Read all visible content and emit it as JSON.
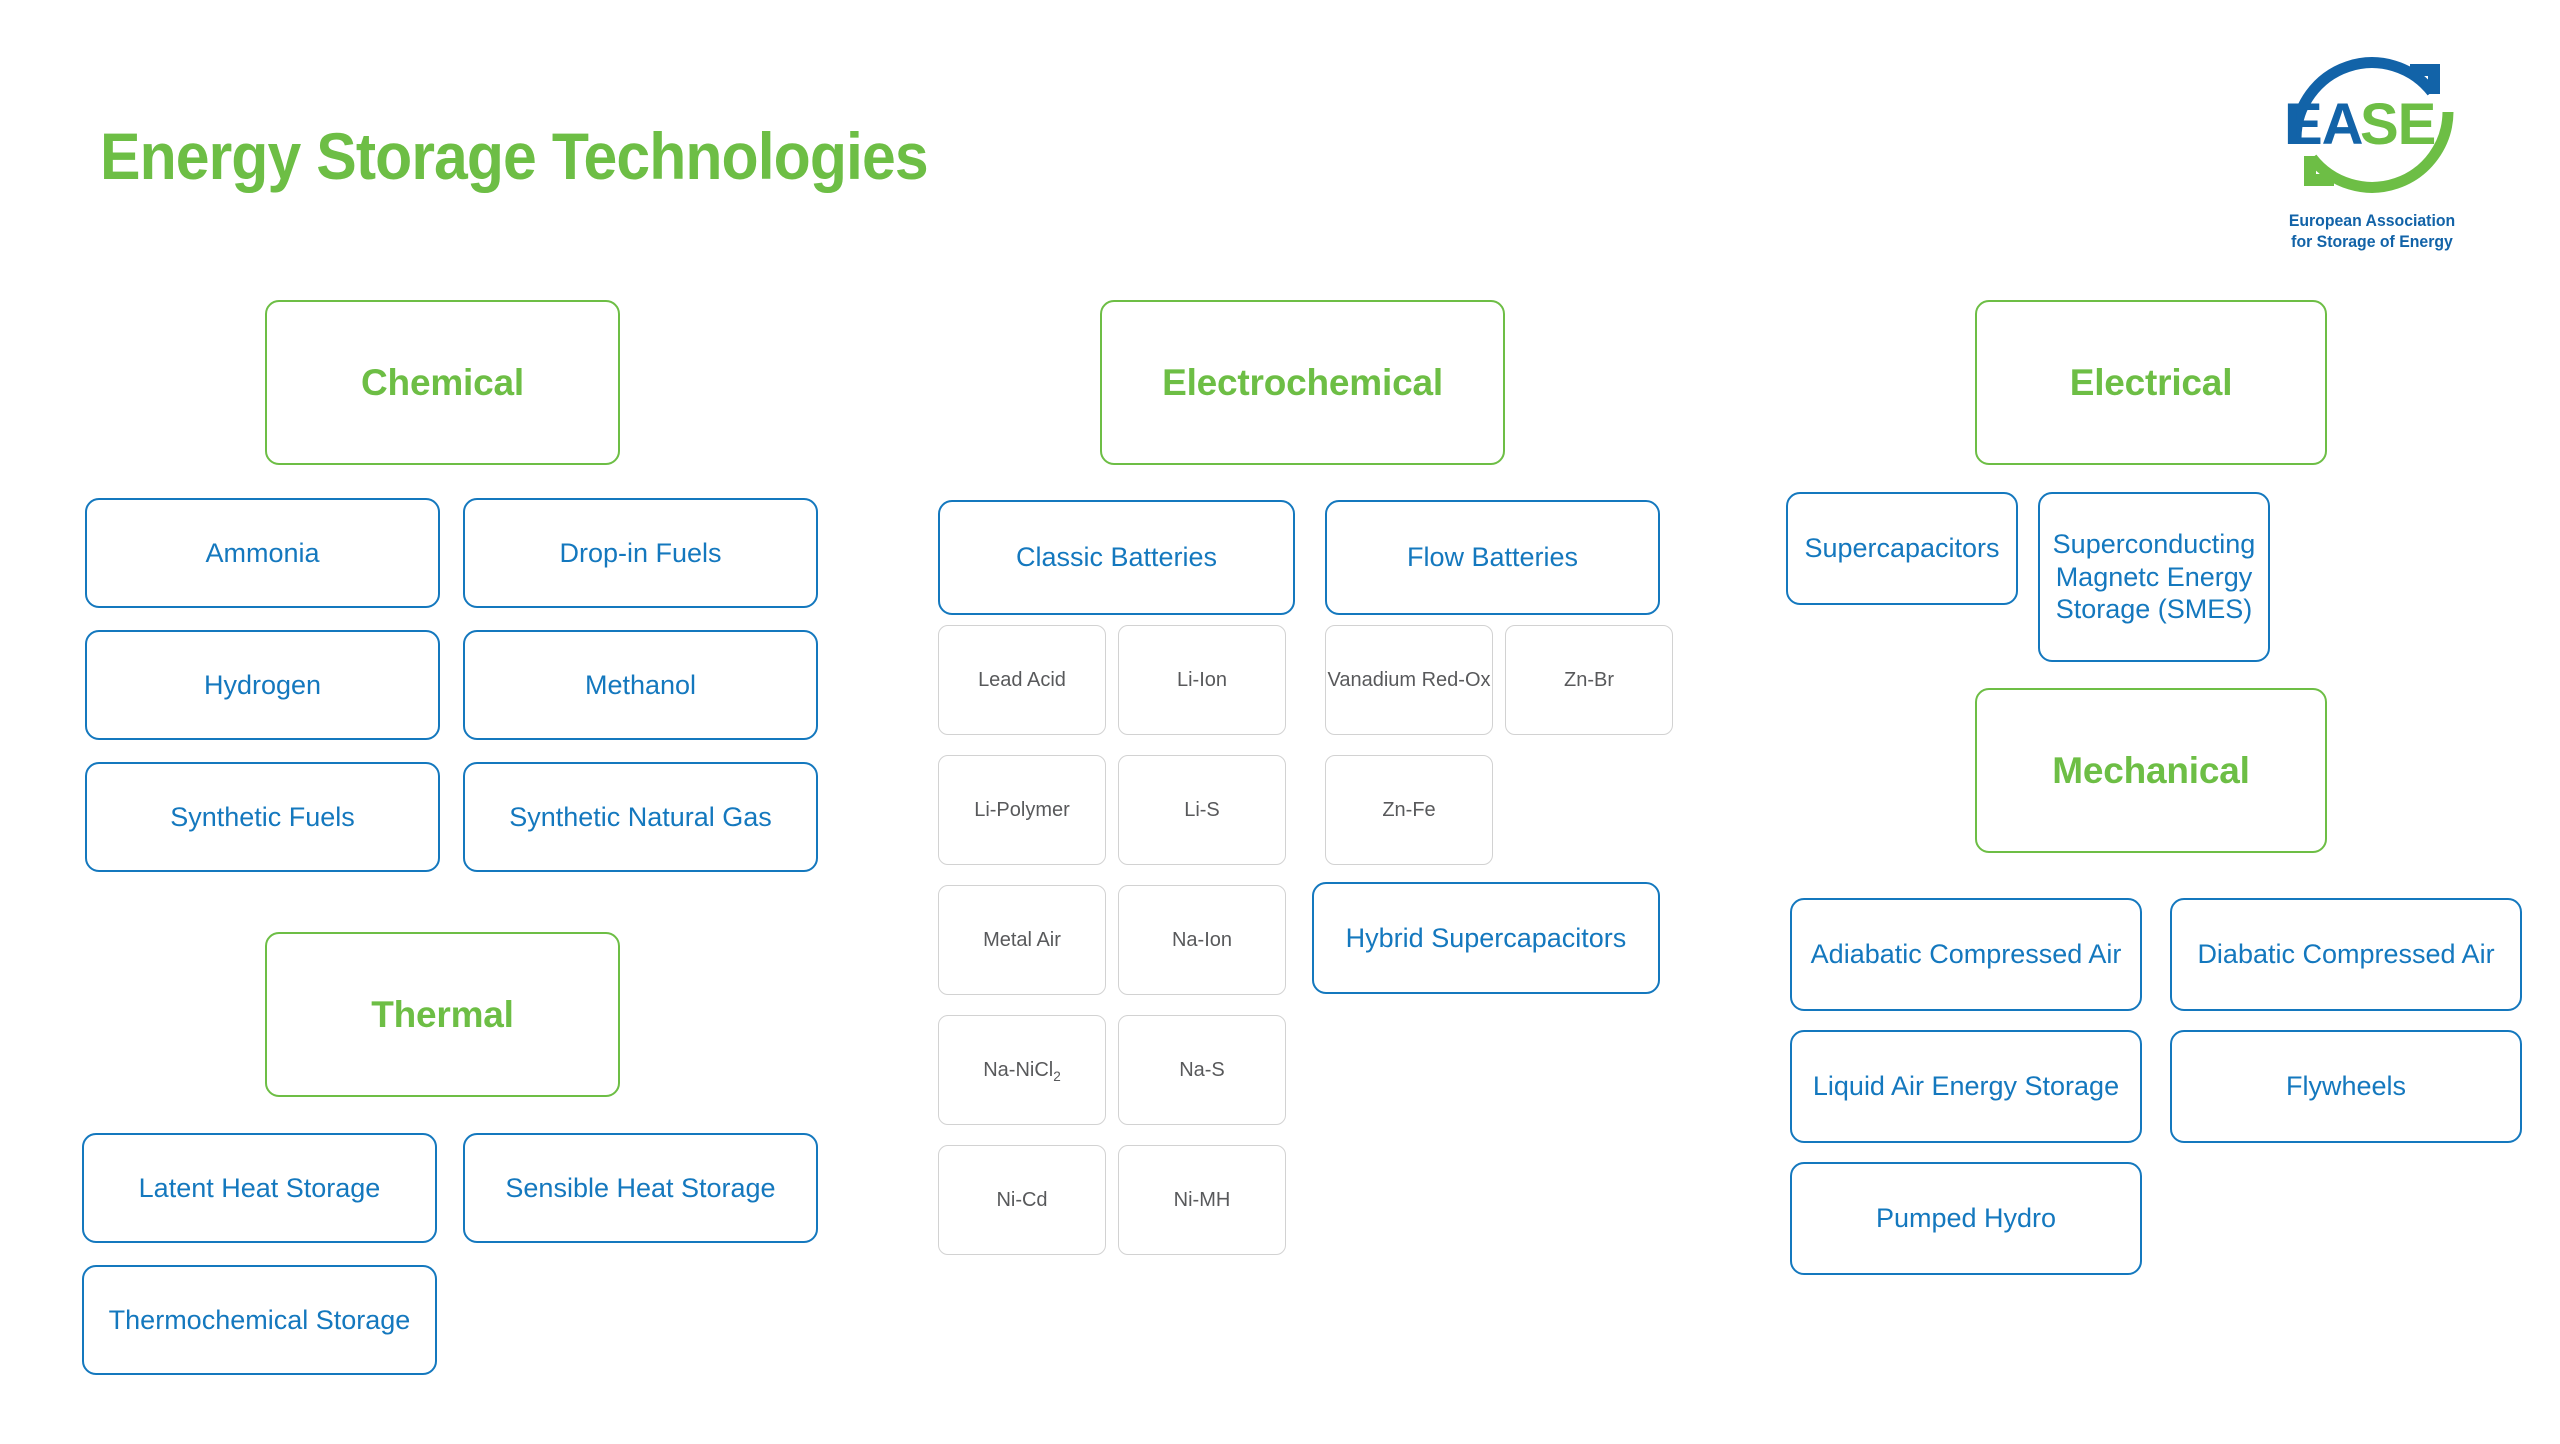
{
  "page": {
    "title": "Energy Storage Technologies",
    "accent_green": "#6DBE45",
    "accent_blue": "#1478BE",
    "gray_border": "#D2D2D2",
    "gray_text": "#58595B"
  },
  "logo": {
    "name": "ease-logo",
    "wordmark_blue": "EA",
    "wordmark_green": "SE",
    "caption_line1": "European Association",
    "caption_line2": "for Storage of Energy"
  },
  "categories": [
    {
      "id": "chemical",
      "header": "Chemical",
      "items": [
        "Ammonia",
        "Drop-in Fuels",
        "Hydrogen",
        "Methanol",
        "Synthetic Fuels",
        "Synthetic Natural Gas"
      ]
    },
    {
      "id": "thermal",
      "header": "Thermal",
      "items": [
        "Latent Heat Storage",
        "Sensible Heat Storage",
        "Thermochemical Storage"
      ]
    },
    {
      "id": "electrochemical",
      "header": "Electrochemical",
      "subgroups": [
        {
          "id": "classic-batteries",
          "label": "Classic Batteries",
          "items": [
            "Lead Acid",
            "Li-Ion",
            "Li-Polymer",
            "Li-S",
            "Metal Air",
            "Na-Ion",
            "Na-NiCl2",
            "Na-S",
            "Ni-Cd",
            "Ni-MH"
          ]
        },
        {
          "id": "flow-batteries",
          "label": "Flow Batteries",
          "items": [
            "Vanadium Red-Ox",
            "Zn-Br",
            "Zn-Fe"
          ]
        }
      ],
      "extra": [
        "Hybrid Supercapacitors"
      ]
    },
    {
      "id": "electrical",
      "header": "Electrical",
      "items": [
        "Supercapacitors",
        "Superconducting Magnetc Energy Storage (SMES)"
      ]
    },
    {
      "id": "mechanical",
      "header": "Mechanical",
      "items": [
        "Adiabatic Compressed Air",
        "Diabatic Compressed Air",
        "Liquid Air Energy Storage",
        "Flywheels",
        "Pumped Hydro"
      ]
    }
  ],
  "labels": {
    "chemical_header": "Chemical",
    "thermal_header": "Thermal",
    "electrochemical_header": "Electrochemical",
    "electrical_header": "Electrical",
    "mechanical_header": "Mechanical",
    "ammonia": "Ammonia",
    "drop_in_fuels": "Drop-in Fuels",
    "hydrogen": "Hydrogen",
    "methanol": "Methanol",
    "synthetic_fuels": "Synthetic Fuels",
    "synthetic_natural_gas": "Synthetic Natural Gas",
    "latent_heat_storage": "Latent Heat Storage",
    "sensible_heat_storage": "Sensible Heat Storage",
    "thermochemical_storage": "Thermochemical Storage",
    "classic_batteries": "Classic Batteries",
    "flow_batteries": "Flow Batteries",
    "lead_acid": "Lead Acid",
    "li_ion": "Li-Ion",
    "vanadium_redox": "Vanadium Red-Ox",
    "zn_br": "Zn-Br",
    "li_polymer": "Li-Polymer",
    "li_s": "Li-S",
    "zn_fe": "Zn-Fe",
    "metal_air": "Metal Air",
    "na_ion": "Na-Ion",
    "hybrid_supercapacitors": "Hybrid Supercapacitors",
    "na_nicl2_base": "Na-NiCl",
    "na_nicl2_sub": "2",
    "na_s": "Na-S",
    "ni_cd": "Ni-Cd",
    "ni_mh": "Ni-MH",
    "supercapacitors": "Supercapacitors",
    "smes": "Superconducting Magnetc Energy Storage (SMES)",
    "adiabatic_compressed_air": "Adiabatic Compressed Air",
    "diabatic_compressed_air": "Diabatic Compressed Air",
    "liquid_air_energy_storage": "Liquid Air Energy Storage",
    "flywheels": "Flywheels",
    "pumped_hydro": "Pumped Hydro"
  }
}
